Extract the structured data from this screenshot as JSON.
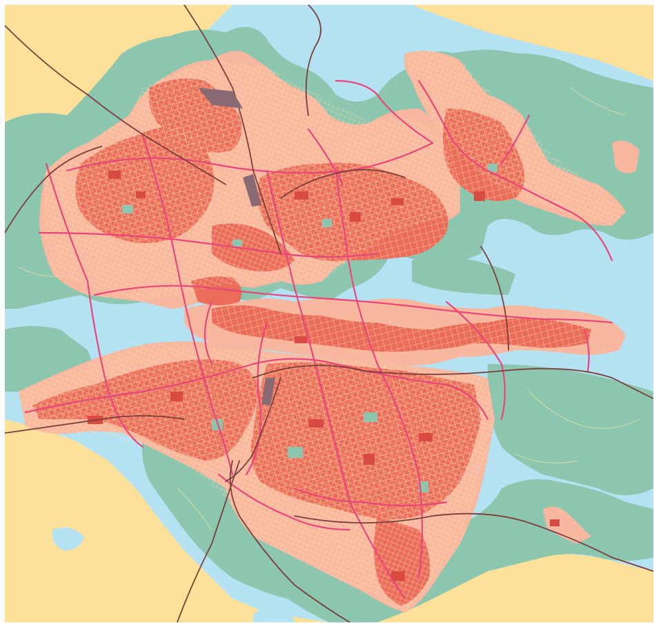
{
  "map": {
    "style": "thematic city map with water, forest, urban density and road layers",
    "colors": {
      "land": "#fde09a",
      "water": "#b4e2f3",
      "forest": "#8cc6ae",
      "urban_low": "#f8b8a0",
      "urban_high": "#ec6c5c",
      "street_fill": "#f8d79a",
      "major_road": "#e8457a",
      "rail": "#7a3e3a"
    },
    "layers": [
      "water",
      "forest",
      "urban-low",
      "urban-high",
      "street-grid",
      "major-roads",
      "rail-lines"
    ]
  }
}
